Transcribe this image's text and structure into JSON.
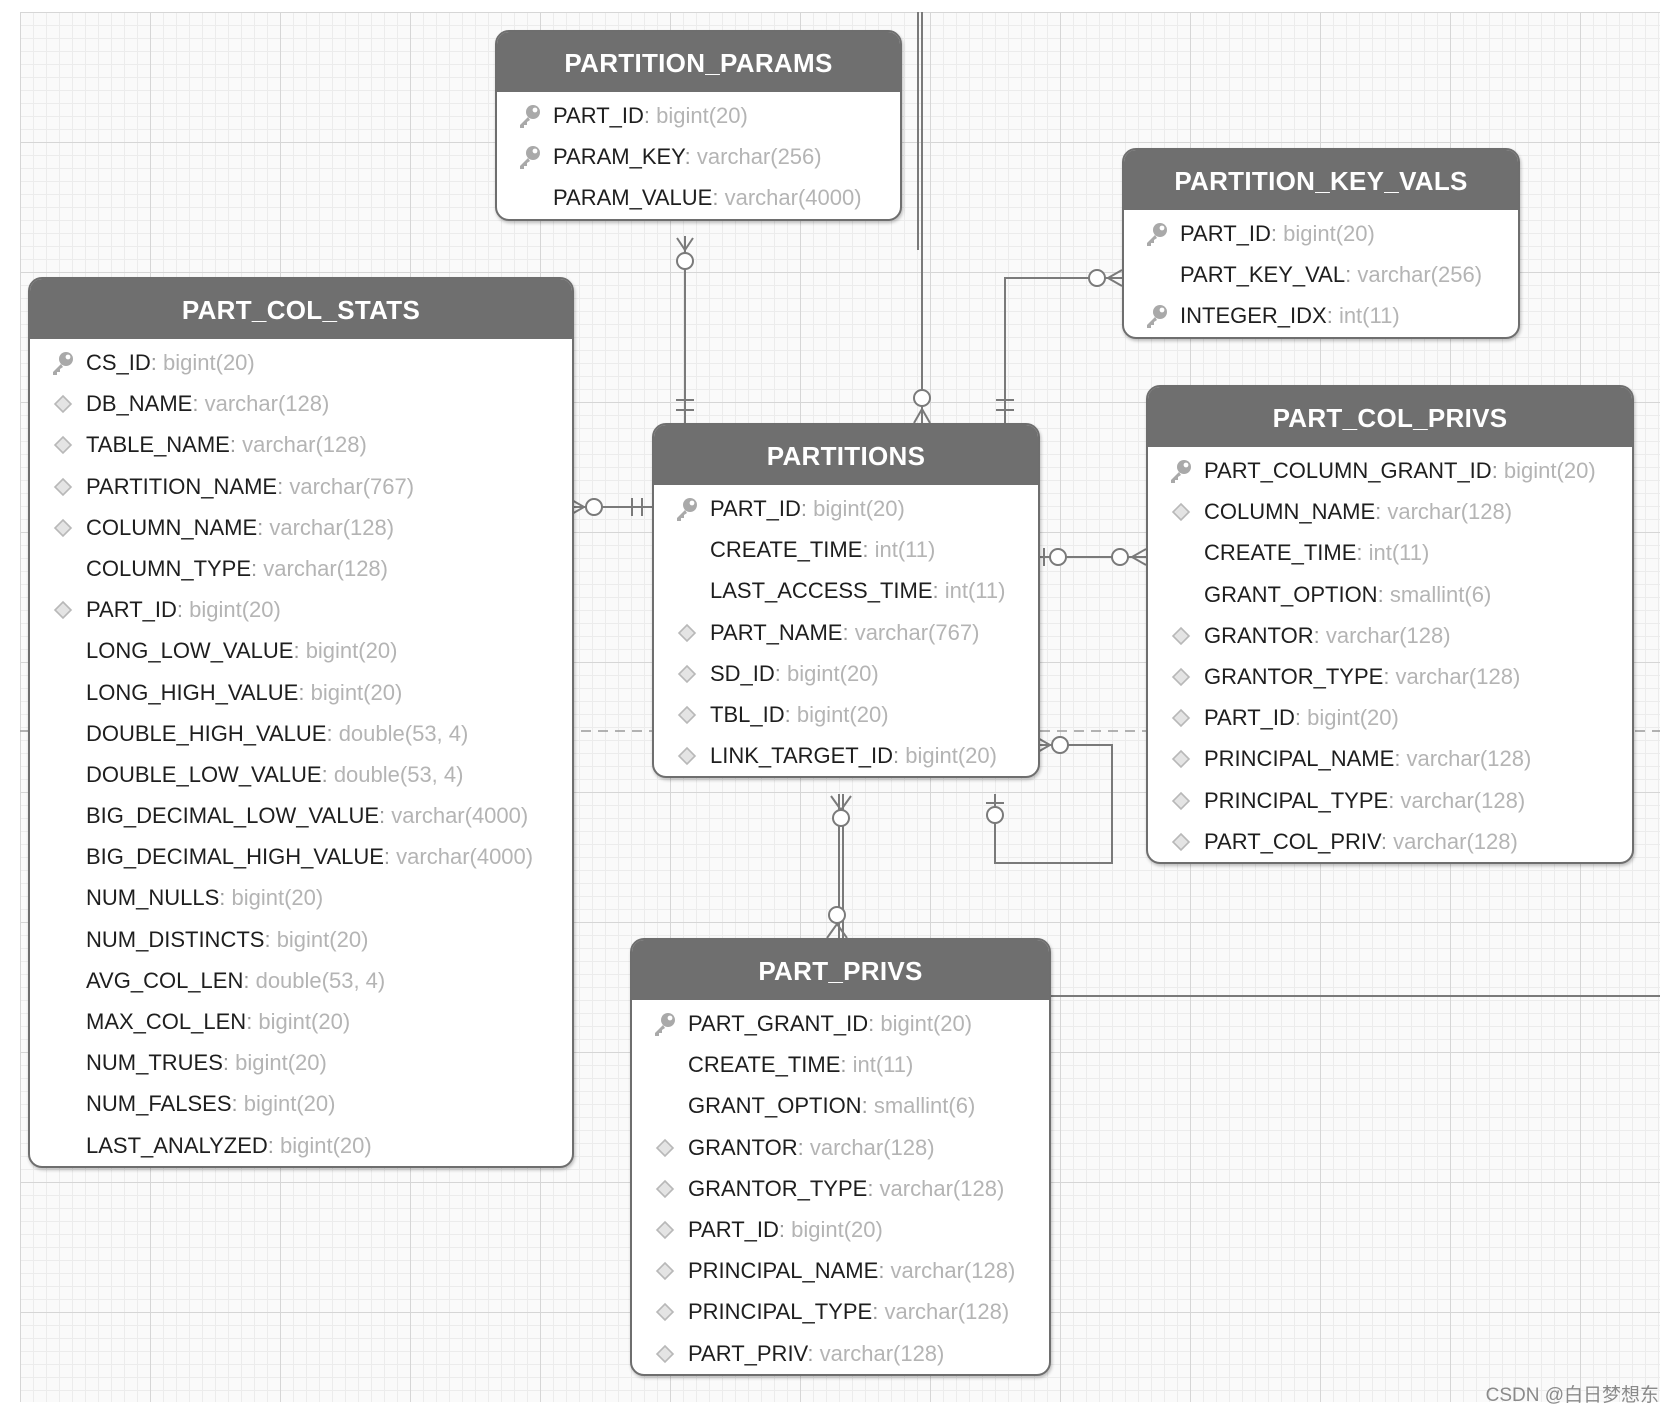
{
  "tables": [
    {
      "id": "partition_params",
      "name": "PARTITION_PARAMS",
      "fields": [
        {
          "name": "PART_ID",
          "type": "bigint(20)",
          "key": "pk"
        },
        {
          "name": "PARAM_KEY",
          "type": "varchar(256)",
          "key": "pk"
        },
        {
          "name": "PARAM_VALUE",
          "type": "varchar(4000)",
          "key": "none"
        }
      ]
    },
    {
      "id": "partition_key_vals",
      "name": "PARTITION_KEY_VALS",
      "fields": [
        {
          "name": "PART_ID",
          "type": "bigint(20)",
          "key": "pk"
        },
        {
          "name": "PART_KEY_VAL",
          "type": "varchar(256)",
          "key": "none"
        },
        {
          "name": "INTEGER_IDX",
          "type": "int(11)",
          "key": "pk"
        }
      ]
    },
    {
      "id": "part_col_stats",
      "name": "PART_COL_STATS",
      "fields": [
        {
          "name": "CS_ID",
          "type": "bigint(20)",
          "key": "pk"
        },
        {
          "name": "DB_NAME",
          "type": "varchar(128)",
          "key": "index"
        },
        {
          "name": "TABLE_NAME",
          "type": "varchar(128)",
          "key": "index"
        },
        {
          "name": "PARTITION_NAME",
          "type": "varchar(767)",
          "key": "index"
        },
        {
          "name": "COLUMN_NAME",
          "type": "varchar(128)",
          "key": "index"
        },
        {
          "name": "COLUMN_TYPE",
          "type": "varchar(128)",
          "key": "none"
        },
        {
          "name": "PART_ID",
          "type": "bigint(20)",
          "key": "index"
        },
        {
          "name": "LONG_LOW_VALUE",
          "type": "bigint(20)",
          "key": "none"
        },
        {
          "name": "LONG_HIGH_VALUE",
          "type": "bigint(20)",
          "key": "none"
        },
        {
          "name": "DOUBLE_HIGH_VALUE",
          "type": "double(53, 4)",
          "key": "none"
        },
        {
          "name": "DOUBLE_LOW_VALUE",
          "type": "double(53, 4)",
          "key": "none"
        },
        {
          "name": "BIG_DECIMAL_LOW_VALUE",
          "type": "varchar(4000)",
          "key": "none"
        },
        {
          "name": "BIG_DECIMAL_HIGH_VALUE",
          "type": "varchar(4000)",
          "key": "none"
        },
        {
          "name": "NUM_NULLS",
          "type": "bigint(20)",
          "key": "none"
        },
        {
          "name": "NUM_DISTINCTS",
          "type": "bigint(20)",
          "key": "none"
        },
        {
          "name": "AVG_COL_LEN",
          "type": "double(53, 4)",
          "key": "none"
        },
        {
          "name": "MAX_COL_LEN",
          "type": "bigint(20)",
          "key": "none"
        },
        {
          "name": "NUM_TRUES",
          "type": "bigint(20)",
          "key": "none"
        },
        {
          "name": "NUM_FALSES",
          "type": "bigint(20)",
          "key": "none"
        },
        {
          "name": "LAST_ANALYZED",
          "type": "bigint(20)",
          "key": "none"
        }
      ]
    },
    {
      "id": "partitions",
      "name": "PARTITIONS",
      "fields": [
        {
          "name": "PART_ID",
          "type": "bigint(20)",
          "key": "pk"
        },
        {
          "name": "CREATE_TIME",
          "type": "int(11)",
          "key": "none"
        },
        {
          "name": "LAST_ACCESS_TIME",
          "type": "int(11)",
          "key": "none"
        },
        {
          "name": "PART_NAME",
          "type": "varchar(767)",
          "key": "index"
        },
        {
          "name": "SD_ID",
          "type": "bigint(20)",
          "key": "index"
        },
        {
          "name": "TBL_ID",
          "type": "bigint(20)",
          "key": "index"
        },
        {
          "name": "LINK_TARGET_ID",
          "type": "bigint(20)",
          "key": "index"
        }
      ]
    },
    {
      "id": "part_col_privs",
      "name": "PART_COL_PRIVS",
      "fields": [
        {
          "name": "PART_COLUMN_GRANT_ID",
          "type": "bigint(20)",
          "key": "pk"
        },
        {
          "name": "COLUMN_NAME",
          "type": "varchar(128)",
          "key": "index"
        },
        {
          "name": "CREATE_TIME",
          "type": "int(11)",
          "key": "none"
        },
        {
          "name": "GRANT_OPTION",
          "type": "smallint(6)",
          "key": "none"
        },
        {
          "name": "GRANTOR",
          "type": "varchar(128)",
          "key": "index"
        },
        {
          "name": "GRANTOR_TYPE",
          "type": "varchar(128)",
          "key": "index"
        },
        {
          "name": "PART_ID",
          "type": "bigint(20)",
          "key": "index"
        },
        {
          "name": "PRINCIPAL_NAME",
          "type": "varchar(128)",
          "key": "index"
        },
        {
          "name": "PRINCIPAL_TYPE",
          "type": "varchar(128)",
          "key": "index"
        },
        {
          "name": "PART_COL_PRIV",
          "type": "varchar(128)",
          "key": "index"
        }
      ]
    },
    {
      "id": "part_privs",
      "name": "PART_PRIVS",
      "fields": [
        {
          "name": "PART_GRANT_ID",
          "type": "bigint(20)",
          "key": "pk"
        },
        {
          "name": "CREATE_TIME",
          "type": "int(11)",
          "key": "none"
        },
        {
          "name": "GRANT_OPTION",
          "type": "smallint(6)",
          "key": "none"
        },
        {
          "name": "GRANTOR",
          "type": "varchar(128)",
          "key": "index"
        },
        {
          "name": "GRANTOR_TYPE",
          "type": "varchar(128)",
          "key": "index"
        },
        {
          "name": "PART_ID",
          "type": "bigint(20)",
          "key": "index"
        },
        {
          "name": "PRINCIPAL_NAME",
          "type": "varchar(128)",
          "key": "index"
        },
        {
          "name": "PRINCIPAL_TYPE",
          "type": "varchar(128)",
          "key": "index"
        },
        {
          "name": "PART_PRIV",
          "type": "varchar(128)",
          "key": "index"
        }
      ]
    }
  ],
  "relationships": [
    {
      "from": "partition_params",
      "to": "partitions",
      "child_end": "zero-or-many",
      "parent_end": "exactly-one"
    },
    {
      "from": "partition_key_vals",
      "to": "partitions",
      "child_end": "zero-or-many",
      "parent_end": "exactly-one"
    },
    {
      "from": "part_col_stats",
      "to": "partitions",
      "child_end": "zero-or-many",
      "parent_end": "exactly-one"
    },
    {
      "from": "part_col_privs",
      "to": "partitions",
      "child_end": "zero-or-many",
      "parent_end": "zero-or-one"
    },
    {
      "from": "part_privs",
      "to": "partitions",
      "child_end": "zero-or-many",
      "parent_end": "zero-or-many"
    },
    {
      "from": "partitions",
      "to": "partitions",
      "child_end": "zero-or-many",
      "parent_end": "zero-or-one"
    }
  ],
  "colors": {
    "header": "#6f6f6f",
    "border": "#6e6e6e",
    "field": "#1e1e1e",
    "type": "#b4b4b4",
    "line": "#7a7a7a",
    "grid": "#d6d6d6"
  },
  "watermark": "CSDN @白日梦想东"
}
